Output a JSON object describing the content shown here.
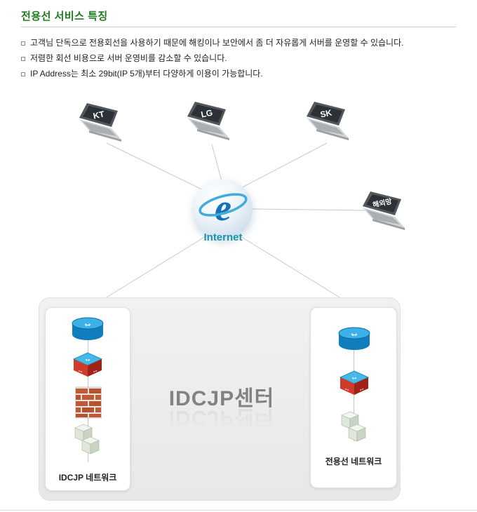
{
  "header": {
    "title": "전용선 서비스 특징",
    "bullets": [
      "고객님 단독으로 전용회선을 사용하기 때문에 해킹이나 보안에서 좀 더 자유롭게 서버를 운영할 수 있습니다.",
      "저렴한 회선 비용으로 서버 운영비를 감소할 수 있습니다.",
      "IP Address는 최소 29bit(IP 5개)부터 다양하게 이용이 가능합니다."
    ]
  },
  "diagram": {
    "isp_nodes": {
      "kt": "KT",
      "lg": "LG",
      "sk": "SK",
      "overseas": "해외망"
    },
    "internet_label": "Internet",
    "datacenter": {
      "title": "IDCJP센터",
      "left_network_label": "IDCJP 네트워크",
      "right_network_label": "전용선 네트워크"
    }
  },
  "icons": {
    "ie_letter": "e",
    "arrow_lr": "↔"
  },
  "colors": {
    "title_green": "#1e7c1e",
    "internet_teal": "#1795ab",
    "datacenter_gray": "#828282",
    "router_blue": "#2ba6df",
    "switch_red": "#cf3a2a",
    "firewall_brick": "#c05a36",
    "line_gray": "#c9c9c9"
  }
}
